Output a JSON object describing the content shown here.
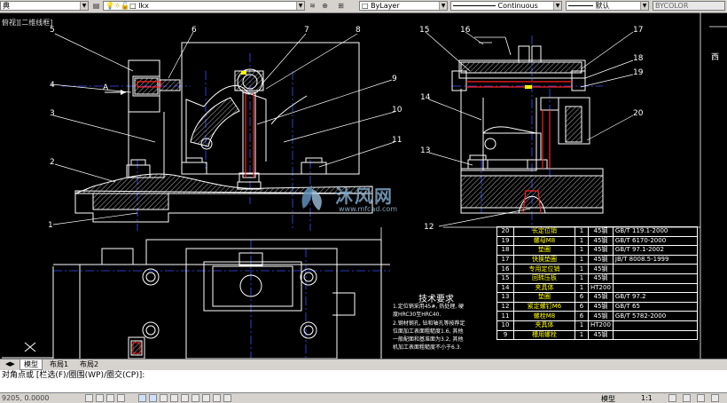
{
  "toolbar": {
    "style_value": "典",
    "layer_value": "lkx",
    "color_value": "ByLayer",
    "linetype_value": "Continuous",
    "lineweight_value": "默认",
    "plotstyle_value": "BYCOLOR"
  },
  "viewport": {
    "label": "俯视][二维线框]",
    "compass_label": "西"
  },
  "callouts": [
    "1",
    "2",
    "3",
    "4",
    "5",
    "6",
    "7",
    "8",
    "9",
    "10",
    "11",
    "12",
    "13",
    "14",
    "15",
    "16",
    "17",
    "18",
    "19",
    "20"
  ],
  "section_label": "A",
  "watermark": {
    "text": "沐风网",
    "url": "www.mfcad.com"
  },
  "tech_requirements": {
    "title": "技术要求",
    "lines": [
      "1.定位销采用45#, 热处理, 硬",
      "度HRC30至HRC40.",
      "2.钢材钢孔, 钻和轴孔等按荐定",
      "位面加工表面粗糙度1.6, 其他",
      "一般配面和基准面为3.2, 其他",
      "机加工表面粗糙度不小于6.3."
    ]
  },
  "bom": {
    "rows": [
      {
        "no": "20",
        "name": "长定位销",
        "qty": "1",
        "material": "45钢",
        "std": "GB/T 119.1-2000"
      },
      {
        "no": "19",
        "name": "螺母M8",
        "qty": "1",
        "material": "45钢",
        "std": "GB/T 6170-2000"
      },
      {
        "no": "18",
        "name": "垫圈",
        "qty": "1",
        "material": "45钢",
        "std": "GB/T 97.1-2002"
      },
      {
        "no": "17",
        "name": "快换垫圈",
        "qty": "1",
        "material": "45钢",
        "std": "JB/T 8008.5-1999"
      },
      {
        "no": "16",
        "name": "专用定位销",
        "qty": "1",
        "material": "45钢",
        "std": ""
      },
      {
        "no": "15",
        "name": "回转压板",
        "qty": "1",
        "material": "45钢",
        "std": ""
      },
      {
        "no": "14",
        "name": "夹具体",
        "qty": "1",
        "material": "HT200",
        "std": ""
      },
      {
        "no": "13",
        "name": "垫圈",
        "qty": "6",
        "material": "45钢",
        "std": "GB/T 97.2"
      },
      {
        "no": "12",
        "name": "紧定螺钉M6",
        "qty": "6",
        "material": "45钢",
        "std": "GB/T 65"
      },
      {
        "no": "11",
        "name": "螺栓M8",
        "qty": "6",
        "material": "45钢",
        "std": "GB/T 5782-2000"
      },
      {
        "no": "10",
        "name": "夹具体",
        "qty": "1",
        "material": "HT200",
        "std": ""
      },
      {
        "no": "9",
        "name": "槽用螺栓",
        "qty": "1",
        "material": "45钢",
        "std": ""
      }
    ]
  },
  "layout_tabs": [
    "模型",
    "布局1",
    "布局2"
  ],
  "command": {
    "prompt": "对角点或 [栏选(F)/圈围(WP)/圈交(CP)]:"
  },
  "status": {
    "coords": "9205, 0.0000",
    "model_label": "模型",
    "scale": "1:1"
  },
  "colors": {
    "background": "#000000",
    "object_line": "#ffffff",
    "center_line": "#3a4fff",
    "hidden_red": "#ff2020",
    "hatch": "#ffffff",
    "highlight_yellow": "#ffff00"
  }
}
